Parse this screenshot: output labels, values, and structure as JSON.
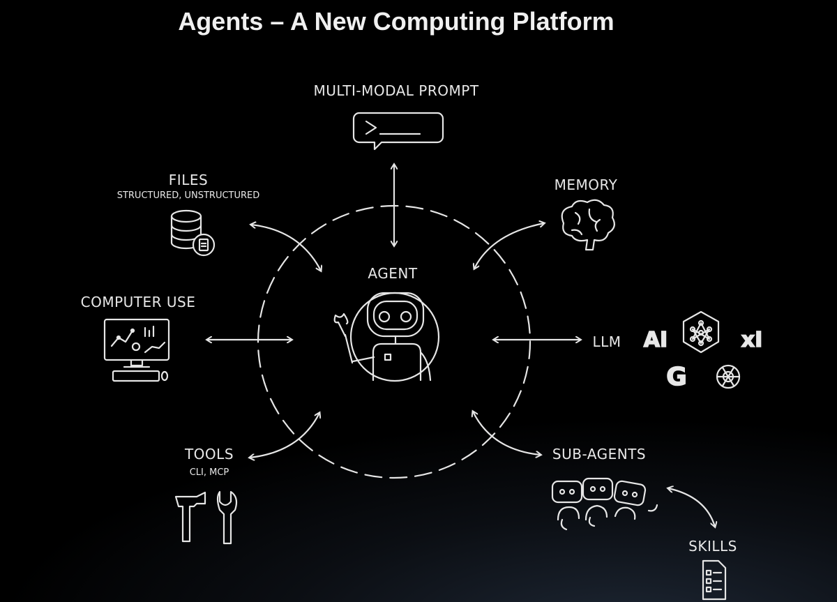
{
  "title": "Agents – A New Computing Platform",
  "center": {
    "label": "AGENT"
  },
  "nodes": {
    "prompt": {
      "label": "MULTI-MODAL PROMPT"
    },
    "files": {
      "label": "FILES",
      "sublabel": "STRUCTURED, UNSTRUCTURED"
    },
    "memory": {
      "label": "MEMORY"
    },
    "computer_use": {
      "label": "COMPUTER USE"
    },
    "llm": {
      "label": "LLM",
      "logos": [
        "AI",
        "G",
        "xI"
      ]
    },
    "tools": {
      "label": "TOOLS",
      "sublabel": "CLI, MCP"
    },
    "sub_agents": {
      "label": "SUB-AGENTS"
    },
    "skills": {
      "label": "SKILLS"
    }
  },
  "colors": {
    "background": "#000000",
    "stroke": "#e6e6e6"
  }
}
